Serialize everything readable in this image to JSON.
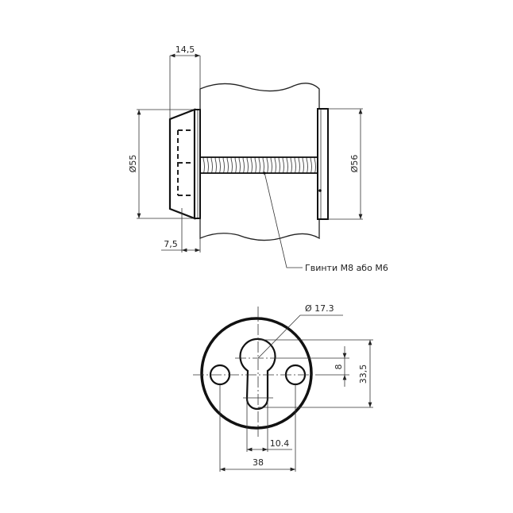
{
  "side_view": {
    "dim_total_thickness": "14,5",
    "dim_rosette_depth": "7,5",
    "dim_left_diameter": "Ø55",
    "dim_right_diameter": "Ø56",
    "screw_callout": "Гвинти М8 або М6"
  },
  "front_view": {
    "dim_keyhole_diameter": "Ø 17.3",
    "dim_offset": "8",
    "dim_keyhole_height": "33,5",
    "dim_slot_width": "10.4",
    "dim_hole_spacing": "38"
  }
}
